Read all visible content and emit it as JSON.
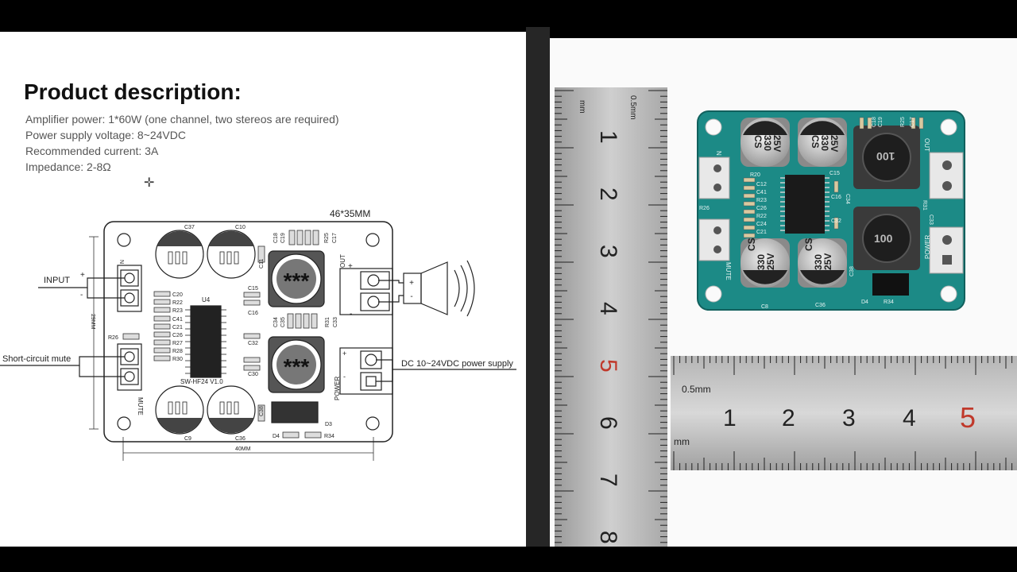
{
  "description": {
    "heading": "Product description:",
    "specs": [
      "Amplifier power: 1*60W (one channel, two stereos are required)",
      "Power supply voltage: 8~24VDC",
      "Recommended current: 3A",
      "Impedance: 2-8Ω"
    ]
  },
  "diagram": {
    "board_size": "46*35MM",
    "width_dim": "40MM",
    "height_dim": "29MM",
    "chip": "U4",
    "board_id": "SW-HF24 V1.0",
    "inductor_mark": "***",
    "labels": {
      "input": "INPUT",
      "short_circuit_mute": "Short-circuit mute",
      "dc_supply": "DC 10~24VDC power supply",
      "out": "OUT",
      "power": "POWER",
      "mute": "MUTE",
      "n": "N",
      "plus": "+",
      "minus": "-"
    },
    "parts": {
      "c37": "C37",
      "c10": "C10",
      "c9": "C9",
      "c36": "C36",
      "c11": "C11",
      "c18": "C18",
      "c19": "C19",
      "r25": "R25",
      "c17": "C17",
      "c15": "C15",
      "c16": "C16",
      "c32": "C32",
      "c30": "C30",
      "c34": "C34",
      "c35": "C35",
      "r31": "R31",
      "c33": "C33",
      "c38": "C38",
      "d3": "D3",
      "d4": "D4",
      "r34": "R34",
      "r26": "R26",
      "left_column": [
        "C20",
        "R22",
        "R23",
        "C41",
        "C21",
        "C26",
        "R27",
        "R28",
        "R30"
      ]
    }
  },
  "photo": {
    "vertical_ruler": {
      "unit": "mm",
      "resolution": "0.5mm",
      "numbers": [
        "1",
        "2",
        "3",
        "4",
        "5",
        "6",
        "7",
        "8"
      ]
    },
    "horizontal_ruler": {
      "unit": "mm",
      "resolution": "0.5mm",
      "numbers": [
        "1",
        "2",
        "3",
        "4",
        "5"
      ]
    },
    "capacitor": {
      "brand": "CS",
      "value": "330",
      "voltage": "25V"
    },
    "inductor_value": "100",
    "pcb_labels": {
      "out": "OUT",
      "power": "POWER",
      "mute": "MUTE",
      "n": "N",
      "r20": "R20",
      "c12": "C12",
      "c41": "C41",
      "r23": "R23",
      "c26": "C26",
      "c24": "C24",
      "c21": "C21",
      "r22": "R22",
      "r26": "R26",
      "c15": "C15",
      "c16": "C16",
      "c32": "C32",
      "c33": "C33",
      "c34": "C34",
      "r31": "R31",
      "c36": "C36",
      "c8": "C8",
      "c38": "C38",
      "d4": "D4",
      "r34": "R34",
      "c18": "C18",
      "c19": "C19",
      "r25": "R25",
      "c17": "C17"
    }
  }
}
